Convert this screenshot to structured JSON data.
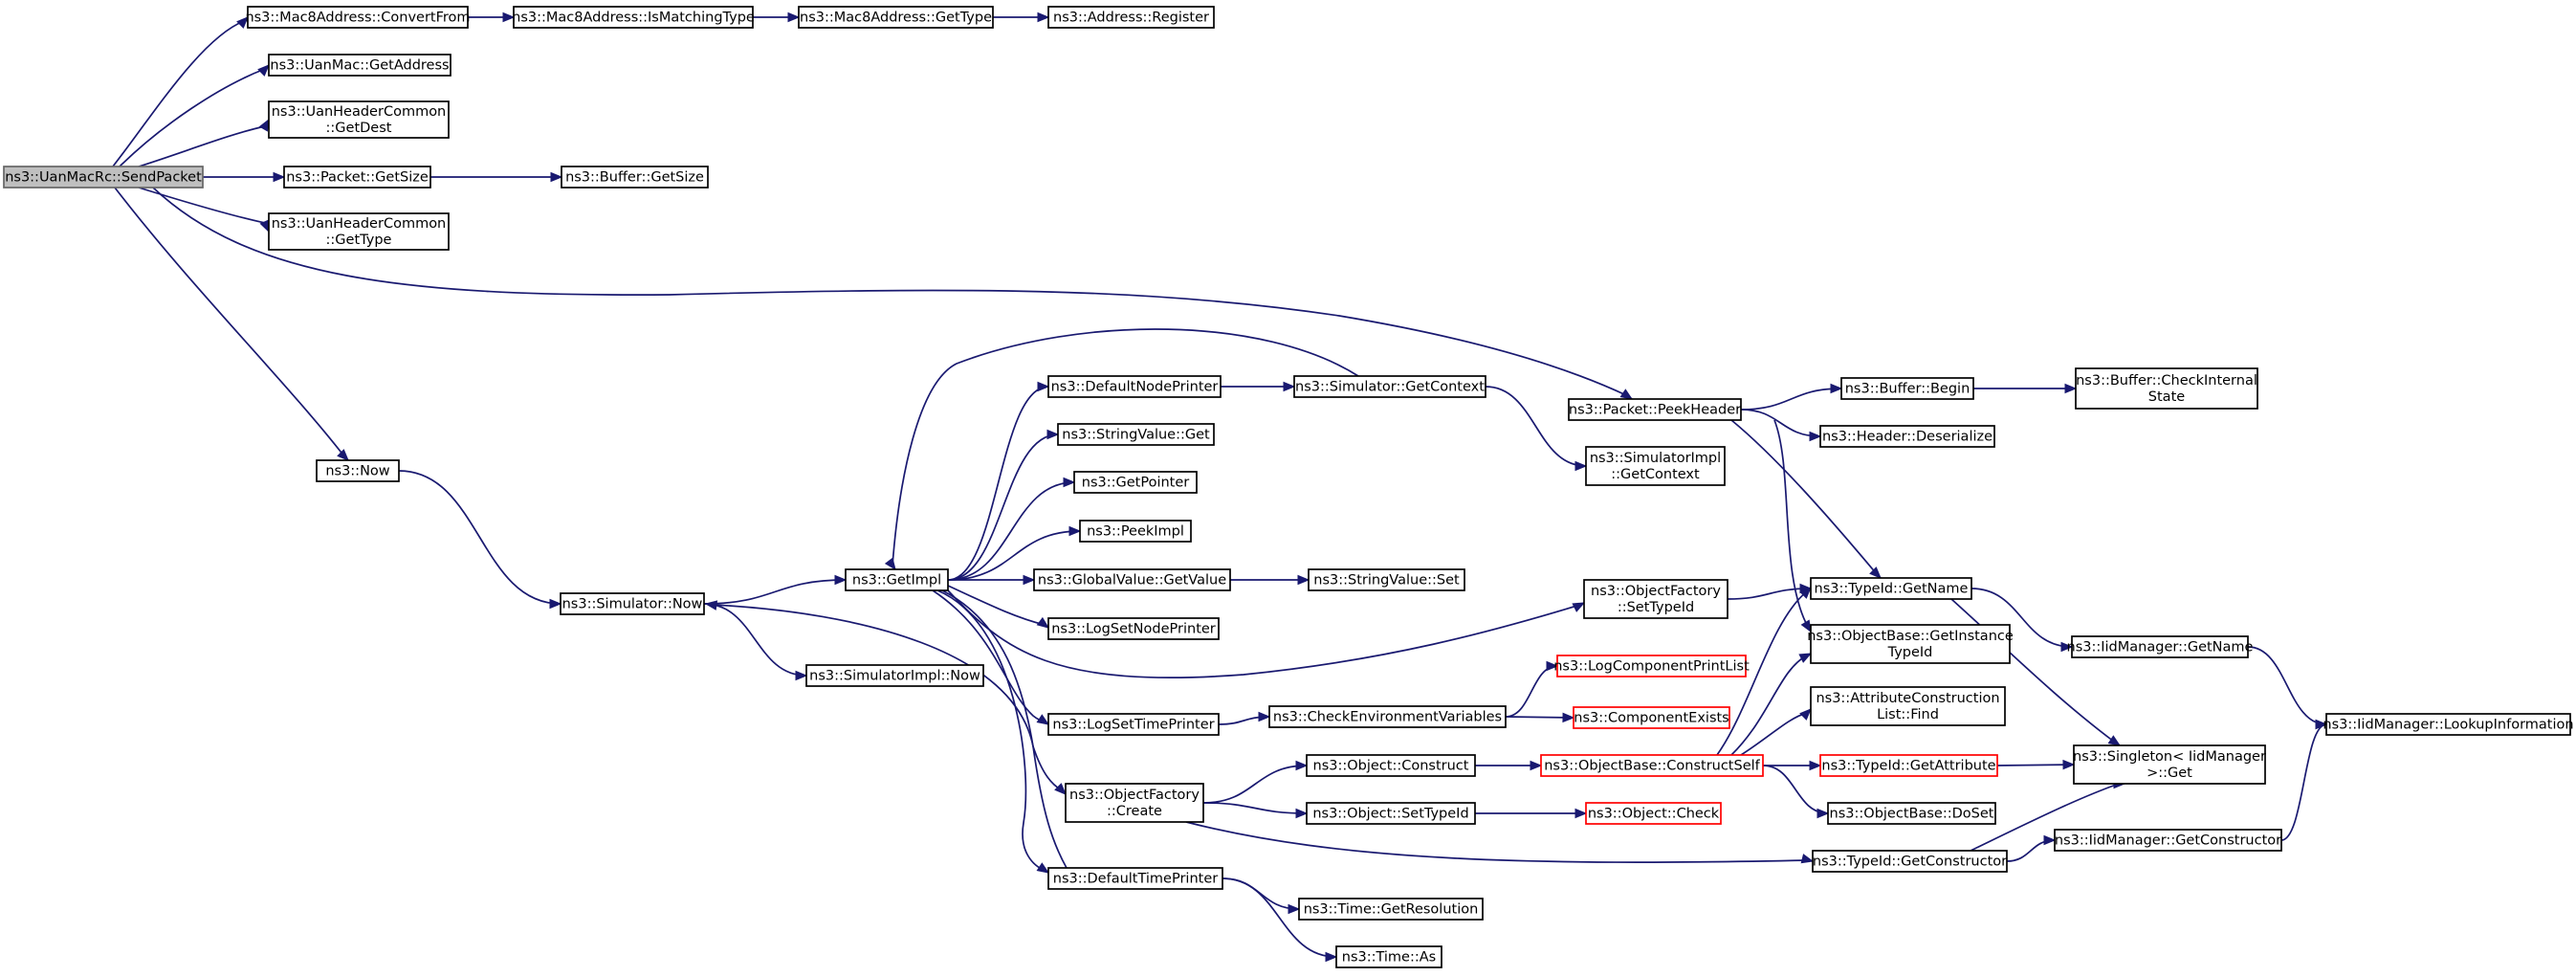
{
  "colors": {
    "edge": "#191970",
    "root_fill": "#bfbfbf",
    "truncated_border": "#ff0000",
    "node_border": "#000000"
  },
  "nodes": [
    {
      "id": "sendpacket",
      "lines": [
        "ns3::UanMacRc::SendPacket"
      ],
      "style": "root"
    },
    {
      "id": "mac8convert",
      "lines": [
        "ns3::Mac8Address::ConvertFrom"
      ]
    },
    {
      "id": "mac8match",
      "lines": [
        "ns3::Mac8Address::IsMatchingType"
      ]
    },
    {
      "id": "mac8gettype",
      "lines": [
        "ns3::Mac8Address::GetType"
      ]
    },
    {
      "id": "addrregister",
      "lines": [
        "ns3::Address::Register"
      ]
    },
    {
      "id": "uanmacgetaddr",
      "lines": [
        "ns3::UanMac::GetAddress"
      ]
    },
    {
      "id": "hdrgetdest",
      "lines": [
        "ns3::UanHeaderCommon",
        "::GetDest"
      ]
    },
    {
      "id": "pktgetsize",
      "lines": [
        "ns3::Packet::GetSize"
      ]
    },
    {
      "id": "bufgetsize",
      "lines": [
        "ns3::Buffer::GetSize"
      ]
    },
    {
      "id": "hdrgettype",
      "lines": [
        "ns3::UanHeaderCommon",
        "::GetType"
      ]
    },
    {
      "id": "peekheader",
      "lines": [
        "ns3::Packet::PeekHeader"
      ]
    },
    {
      "id": "bufbegin",
      "lines": [
        "ns3::Buffer::Begin"
      ]
    },
    {
      "id": "bufcheck",
      "lines": [
        "ns3::Buffer::CheckInternal",
        "State"
      ]
    },
    {
      "id": "hdrdeser",
      "lines": [
        "ns3::Header::Deserialize"
      ]
    },
    {
      "id": "now",
      "lines": [
        "ns3::Now"
      ]
    },
    {
      "id": "simnow",
      "lines": [
        "ns3::Simulator::Now"
      ]
    },
    {
      "id": "simimplnow",
      "lines": [
        "ns3::SimulatorImpl::Now"
      ]
    },
    {
      "id": "getimpl",
      "lines": [
        "ns3::GetImpl"
      ]
    },
    {
      "id": "defnodeprinter",
      "lines": [
        "ns3::DefaultNodePrinter"
      ]
    },
    {
      "id": "simgetctx",
      "lines": [
        "ns3::Simulator::GetContext"
      ]
    },
    {
      "id": "simimplgetctx",
      "lines": [
        "ns3::SimulatorImpl",
        "::GetContext"
      ]
    },
    {
      "id": "strvalget",
      "lines": [
        "ns3::StringValue::Get"
      ]
    },
    {
      "id": "getpointer",
      "lines": [
        "ns3::GetPointer"
      ]
    },
    {
      "id": "peekimpl",
      "lines": [
        "ns3::PeekImpl"
      ]
    },
    {
      "id": "globalvalget",
      "lines": [
        "ns3::GlobalValue::GetValue"
      ]
    },
    {
      "id": "strvalset",
      "lines": [
        "ns3::StringValue::Set"
      ]
    },
    {
      "id": "logsetnode",
      "lines": [
        "ns3::LogSetNodePrinter"
      ]
    },
    {
      "id": "logsettime",
      "lines": [
        "ns3::LogSetTimePrinter"
      ]
    },
    {
      "id": "checkenv",
      "lines": [
        "ns3::CheckEnvironmentVariables"
      ]
    },
    {
      "id": "logcompprint",
      "lines": [
        "ns3::LogComponentPrintList"
      ],
      "style": "truncated"
    },
    {
      "id": "compexists",
      "lines": [
        "ns3::ComponentExists"
      ],
      "style": "truncated"
    },
    {
      "id": "objfactcreate",
      "lines": [
        "ns3::ObjectFactory",
        "::Create"
      ]
    },
    {
      "id": "objconstruct",
      "lines": [
        "ns3::Object::Construct"
      ]
    },
    {
      "id": "objsettypeid",
      "lines": [
        "ns3::Object::SetTypeId"
      ]
    },
    {
      "id": "objcheck",
      "lines": [
        "ns3::Object::Check"
      ],
      "style": "truncated"
    },
    {
      "id": "objbaseconstructself",
      "lines": [
        "ns3::ObjectBase::ConstructSelf"
      ],
      "style": "truncated"
    },
    {
      "id": "deftimeprinter",
      "lines": [
        "ns3::DefaultTimePrinter"
      ]
    },
    {
      "id": "timegetres",
      "lines": [
        "ns3::Time::GetResolution"
      ]
    },
    {
      "id": "timeas",
      "lines": [
        "ns3::Time::As"
      ]
    },
    {
      "id": "objfactsettypeid",
      "lines": [
        "ns3::ObjectFactory",
        "::SetTypeId"
      ]
    },
    {
      "id": "typeidgetname",
      "lines": [
        "ns3::TypeId::GetName"
      ]
    },
    {
      "id": "objbasegetinst",
      "lines": [
        "ns3::ObjectBase::GetInstance",
        "TypeId"
      ]
    },
    {
      "id": "attrconstfind",
      "lines": [
        "ns3::AttributeConstruction",
        "List::Find"
      ]
    },
    {
      "id": "typeidgetattr",
      "lines": [
        "ns3::TypeId::GetAttribute"
      ],
      "style": "truncated"
    },
    {
      "id": "objbasedoset",
      "lines": [
        "ns3::ObjectBase::DoSet"
      ]
    },
    {
      "id": "typeidgetctor",
      "lines": [
        "ns3::TypeId::GetConstructor"
      ]
    },
    {
      "id": "iidgetname",
      "lines": [
        "ns3::IidManager::GetName"
      ]
    },
    {
      "id": "iidlookup",
      "lines": [
        "ns3::IidManager::LookupInformation"
      ]
    },
    {
      "id": "singletonget",
      "lines": [
        "ns3::Singleton< IidManager",
        " >::Get"
      ]
    },
    {
      "id": "iidgetctor",
      "lines": [
        "ns3::IidManager::GetConstructor"
      ]
    }
  ],
  "edges": [
    [
      "sendpacket",
      "mac8convert"
    ],
    [
      "sendpacket",
      "uanmacgetaddr"
    ],
    [
      "sendpacket",
      "hdrgetdest"
    ],
    [
      "sendpacket",
      "pktgetsize"
    ],
    [
      "sendpacket",
      "hdrgettype"
    ],
    [
      "sendpacket",
      "peekheader"
    ],
    [
      "sendpacket",
      "now"
    ],
    [
      "mac8convert",
      "mac8match"
    ],
    [
      "mac8match",
      "mac8gettype"
    ],
    [
      "mac8gettype",
      "addrregister"
    ],
    [
      "pktgetsize",
      "bufgetsize"
    ],
    [
      "peekheader",
      "bufbegin"
    ],
    [
      "peekheader",
      "hdrdeser"
    ],
    [
      "peekheader",
      "typeidgetname"
    ],
    [
      "peekheader",
      "objbasegetinst"
    ],
    [
      "bufbegin",
      "bufcheck"
    ],
    [
      "now",
      "simnow"
    ],
    [
      "simnow",
      "getimpl"
    ],
    [
      "simnow",
      "simimplnow"
    ],
    [
      "getimpl",
      "defnodeprinter"
    ],
    [
      "getimpl",
      "strvalget"
    ],
    [
      "getimpl",
      "getpointer"
    ],
    [
      "getimpl",
      "peekimpl"
    ],
    [
      "getimpl",
      "globalvalget"
    ],
    [
      "getimpl",
      "logsetnode"
    ],
    [
      "getimpl",
      "logsettime"
    ],
    [
      "getimpl",
      "objfactcreate"
    ],
    [
      "getimpl",
      "deftimeprinter"
    ],
    [
      "getimpl",
      "objfactsettypeid"
    ],
    [
      "defnodeprinter",
      "simgetctx"
    ],
    [
      "simgetctx",
      "getimpl"
    ],
    [
      "simgetctx",
      "simimplgetctx"
    ],
    [
      "globalvalget",
      "strvalset"
    ],
    [
      "logsettime",
      "checkenv"
    ],
    [
      "checkenv",
      "logcompprint"
    ],
    [
      "checkenv",
      "compexists"
    ],
    [
      "objfactcreate",
      "objconstruct"
    ],
    [
      "objfactcreate",
      "objsettypeid"
    ],
    [
      "objfactcreate",
      "typeidgetctor"
    ],
    [
      "objconstruct",
      "objbaseconstructself"
    ],
    [
      "objsettypeid",
      "objcheck"
    ],
    [
      "objbaseconstructself",
      "typeidgetname"
    ],
    [
      "objbaseconstructself",
      "objbasegetinst"
    ],
    [
      "objbaseconstructself",
      "attrconstfind"
    ],
    [
      "objbaseconstructself",
      "typeidgetattr"
    ],
    [
      "objbaseconstructself",
      "objbasedoset"
    ],
    [
      "deftimeprinter",
      "simnow"
    ],
    [
      "deftimeprinter",
      "timegetres"
    ],
    [
      "deftimeprinter",
      "timeas"
    ],
    [
      "objfactsettypeid",
      "typeidgetname"
    ],
    [
      "typeidgetname",
      "iidgetname"
    ],
    [
      "typeidgetname",
      "singletonget"
    ],
    [
      "iidgetname",
      "iidlookup"
    ],
    [
      "typeidgetattr",
      "singletonget"
    ],
    [
      "typeidgetctor",
      "singletonget"
    ],
    [
      "typeidgetctor",
      "iidgetctor"
    ],
    [
      "iidgetctor",
      "iidlookup"
    ]
  ]
}
